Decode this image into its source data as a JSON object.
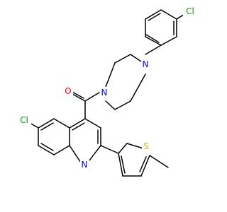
{
  "molecule": {
    "atoms": [
      {
        "id": "Cl1",
        "label": "Cl",
        "color": "#00a000"
      },
      {
        "id": "Cl2",
        "label": "Cl",
        "color": "#00a000"
      },
      {
        "id": "O1",
        "label": "O",
        "color": "#ff0000"
      },
      {
        "id": "N1",
        "label": "N",
        "color": "#0000ff"
      },
      {
        "id": "N2",
        "label": "N",
        "color": "#0000ff"
      },
      {
        "id": "N3",
        "label": "N",
        "color": "#0000ff"
      },
      {
        "id": "S1",
        "label": "S",
        "color": "#c8b400"
      }
    ],
    "bond_color": "#000000"
  }
}
